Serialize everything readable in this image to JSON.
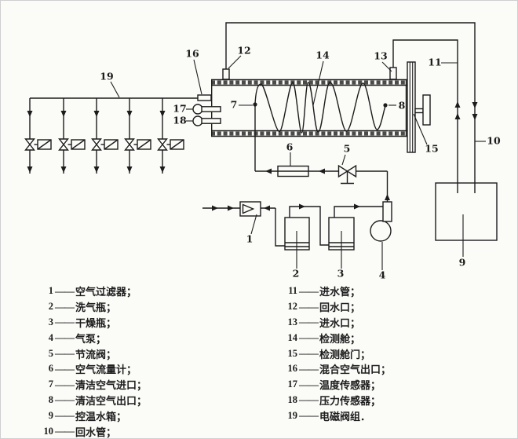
{
  "colors": {
    "ink": "#1c1c1c",
    "background": "#fbfbf8"
  },
  "callouts": {
    "1": "1",
    "2": "2",
    "3": "3",
    "4": "4",
    "5": "5",
    "6": "6",
    "7": "7",
    "8": "8",
    "9": "9",
    "10": "10",
    "11": "11",
    "12": "12",
    "13": "13",
    "14": "14",
    "15": "15",
    "16": "16",
    "17": "17",
    "18": "18",
    "19": "19"
  },
  "legend": {
    "dash": "——",
    "left": [
      {
        "num": "1",
        "text": "空气过滤器；"
      },
      {
        "num": "2",
        "text": "洗气瓶；"
      },
      {
        "num": "3",
        "text": "干燥瓶；"
      },
      {
        "num": "4",
        "text": "气泵；"
      },
      {
        "num": "5",
        "text": "节流阀；"
      },
      {
        "num": "6",
        "text": "空气流量计；"
      },
      {
        "num": "7",
        "text": "清洁空气进口；"
      },
      {
        "num": "8",
        "text": "清洁空气出口；"
      },
      {
        "num": "9",
        "text": "控温水箱；"
      },
      {
        "num": "10",
        "text": "回水管；"
      }
    ],
    "right": [
      {
        "num": "11",
        "text": "进水管；"
      },
      {
        "num": "12",
        "text": "回水口；"
      },
      {
        "num": "13",
        "text": "进水口；"
      },
      {
        "num": "14",
        "text": "检测舱；"
      },
      {
        "num": "15",
        "text": "检测舱门；"
      },
      {
        "num": "16",
        "text": "混合空气出口；"
      },
      {
        "num": "17",
        "text": "温度传感器；"
      },
      {
        "num": "18",
        "text": "压力传感器；"
      },
      {
        "num": "19",
        "text": "电磁阀组．"
      }
    ]
  }
}
